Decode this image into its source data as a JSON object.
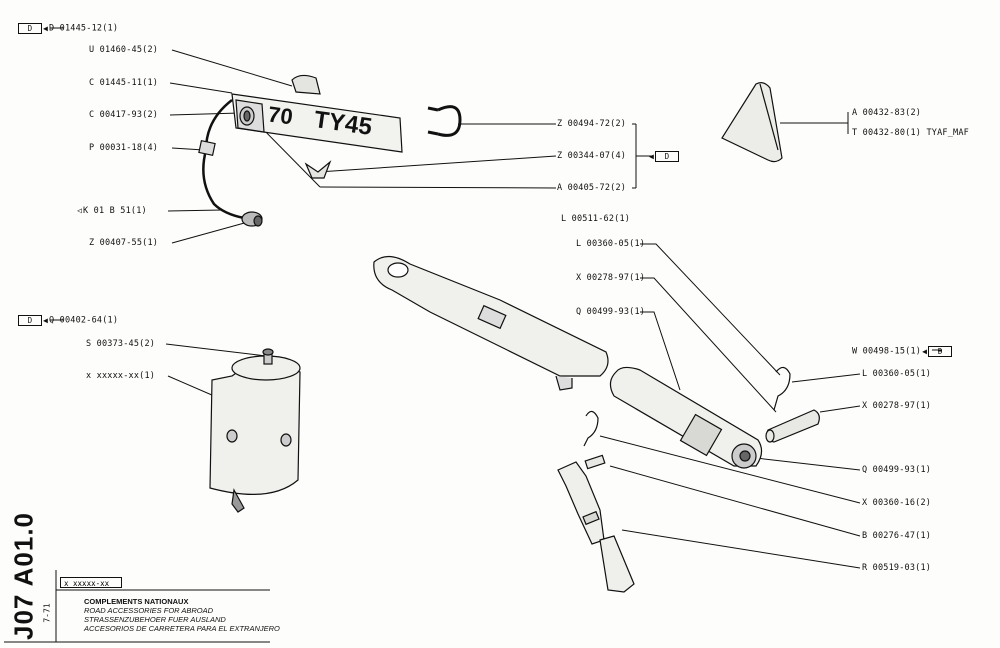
{
  "title_block": {
    "doc_code": "J07 A01.0",
    "date": "7-71",
    "ref_box": "x xxxxx-xx",
    "lines": [
      "COMPLEMENTS NATIONAUX",
      "ROAD ACCESSORIES FOR ABROAD",
      "STRASSENZUBEHOER FUER AUSLAND",
      "ACCESORIOS DE CARRETERA PARA EL EXTRANJERO"
    ]
  },
  "plate_text": {
    "left": "70",
    "right": "TY45"
  },
  "badge": "D",
  "labels": [
    "D 01445-12(1)",
    "U 01460-45(2)",
    "C 01445-11(1)",
    "C 00417-93(2)",
    "P 00031-18(4)",
    "K 01  B 51(1)",
    "Z 00407-55(1)",
    "Z 00494-72(2)",
    "Z 00344-07(4)",
    "A 00405-72(2)",
    "A 00432-83(2)",
    "T 00432-80(1)  TYAF_MAF",
    "L 00511-62(1)",
    "L 00360-05(1)",
    "X 00278-97(1)",
    "Q 00499-93(1)",
    "Q 00402-64(1)",
    "S 00373-45(2)",
    "x xxxxx-xx(1)",
    "W 00498-15(1)",
    "L 00360-05(1)",
    "X 00278-97(1)",
    "Q 00499-93(1)",
    "X 00360-16(2)",
    "B 00276-47(1)",
    "R 00519-03(1)"
  ]
}
